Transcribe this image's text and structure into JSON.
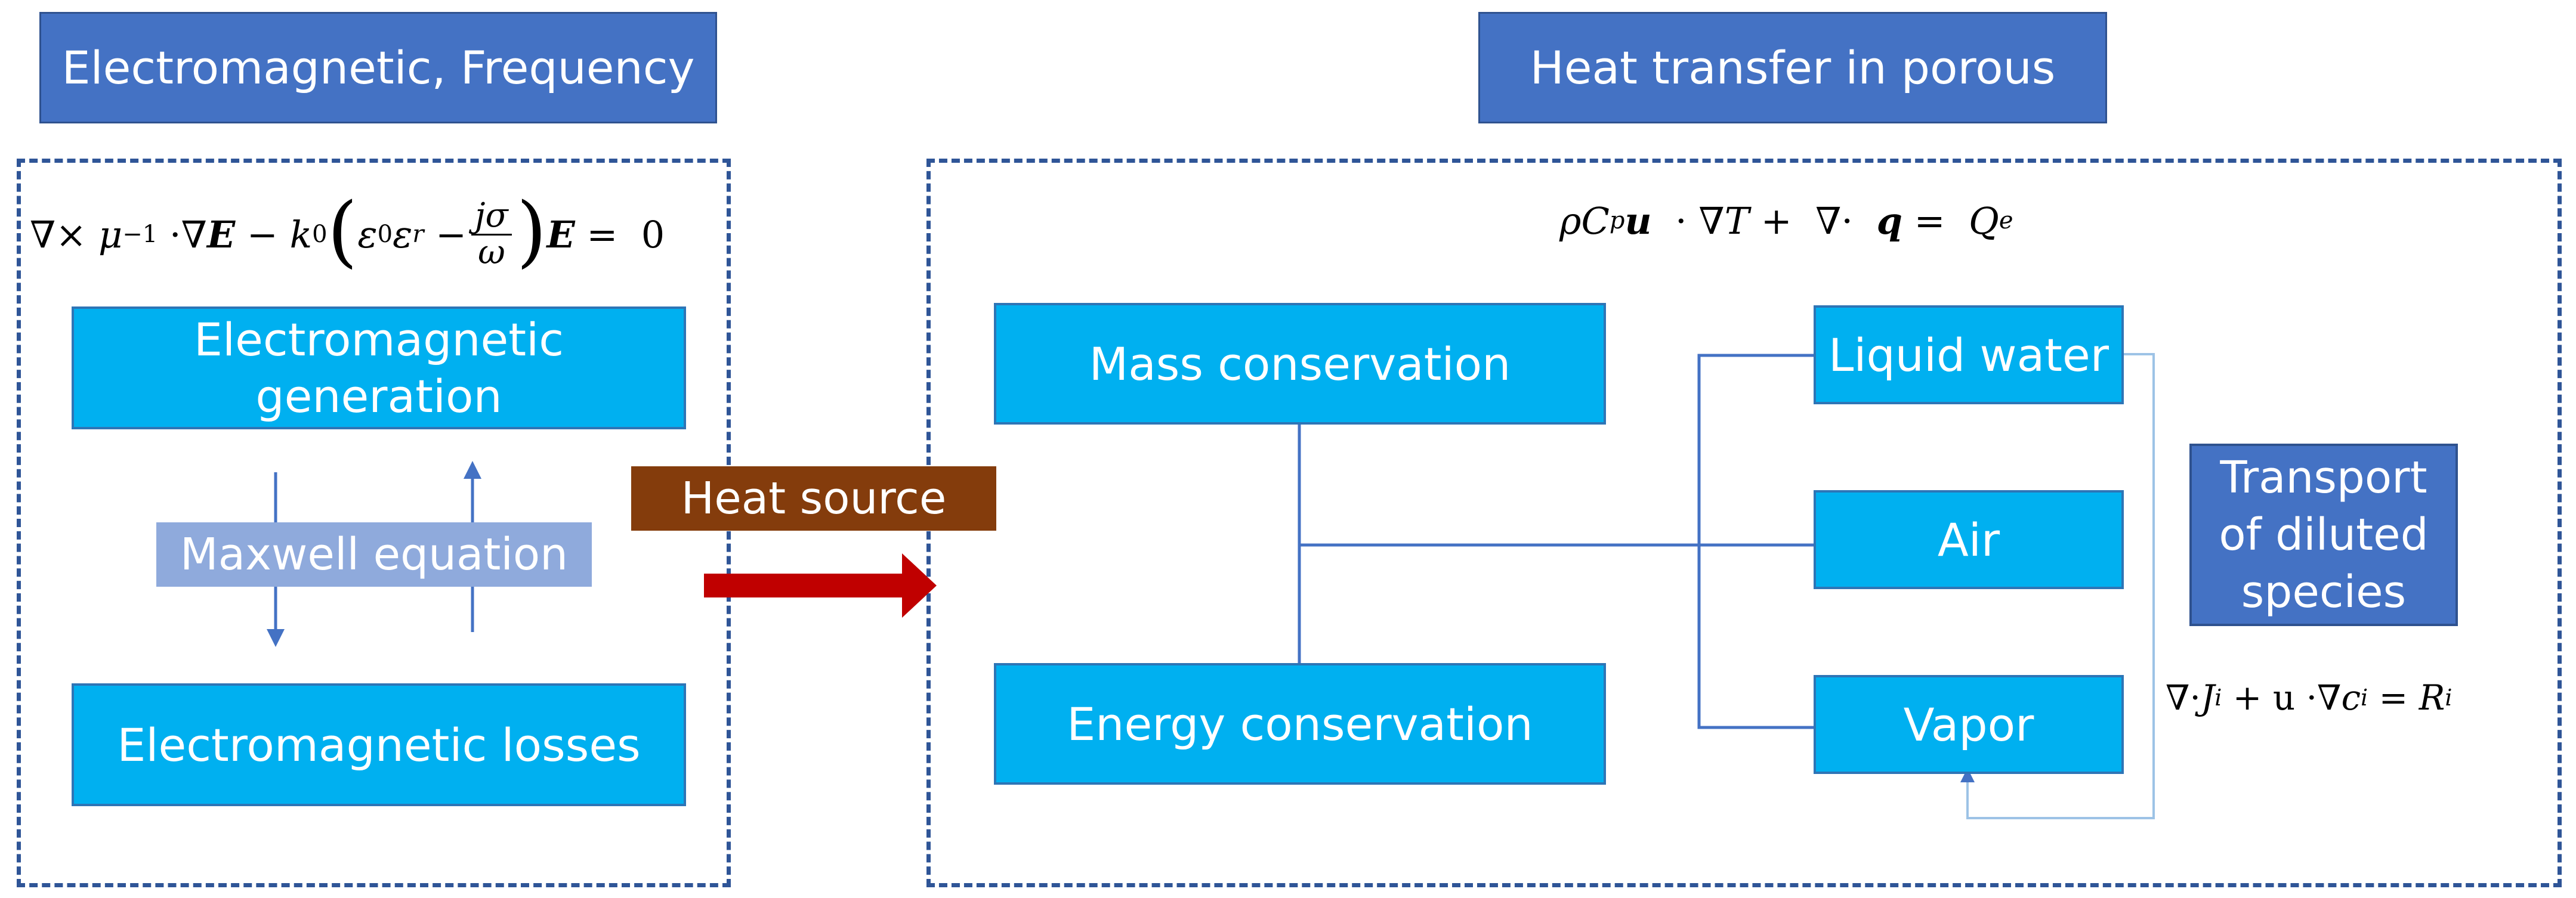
{
  "titles": {
    "left": "Electromagnetic, Frequency",
    "right": "Heat transfer in porous"
  },
  "left_panel": {
    "em_generation": "Electromagnetic generation",
    "maxwell": "Maxwell equation",
    "em_losses": "Electromagnetic losses"
  },
  "heat_source": "Heat source",
  "right_panel": {
    "mass_conservation": "Mass conservation",
    "energy_conservation": "Energy conservation",
    "liquid_water": "Liquid water",
    "air": "Air",
    "vapor": "Vapor",
    "transport": "Transport of diluted species"
  },
  "colors": {
    "title_blue": "#4472c4",
    "box_cyan": "#00b0f0",
    "maxwell_lavender": "#8faadc",
    "heat_source_brown": "#843c0c",
    "arrow_red": "#c00000",
    "line_blue": "#4472c4",
    "dashed_border": "#2f5597"
  }
}
